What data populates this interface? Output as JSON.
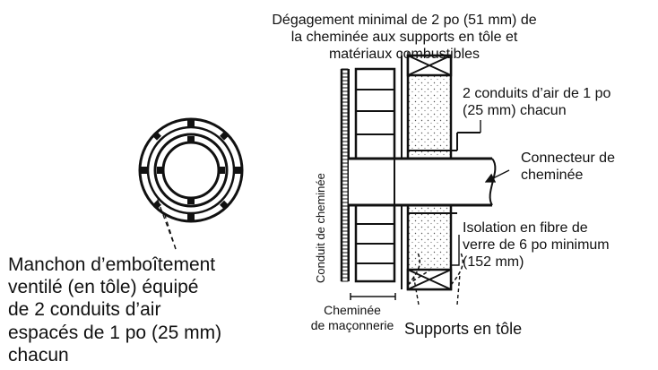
{
  "labels": {
    "clearance": [
      "Dégagement minimal de 2 po (51 mm) de",
      "la cheminée aux supports en tôle et",
      "matériaux combustibles"
    ],
    "air_channels": [
      "2 conduits d’air de 1 po",
      "(25 mm) chacun"
    ],
    "connector": [
      "Connecteur de",
      "cheminée"
    ],
    "insulation": [
      "Isolation en fibre de",
      "verre de 6 po minimum",
      "(152 mm)"
    ],
    "flue": "Conduit de cheminée",
    "masonry": [
      "Cheminée",
      "de maçonnerie"
    ],
    "supports": "Supports en tôle",
    "thimble": [
      "Manchon d’emboîtement",
      "ventilé (en tôle) équipé",
      "de 2 conduits d’air",
      "espacés de 1 po (25 mm)",
      "chacun"
    ]
  },
  "colors": {
    "ink": "#111111",
    "fill": "#f2f2f2",
    "background": "#ffffff"
  }
}
